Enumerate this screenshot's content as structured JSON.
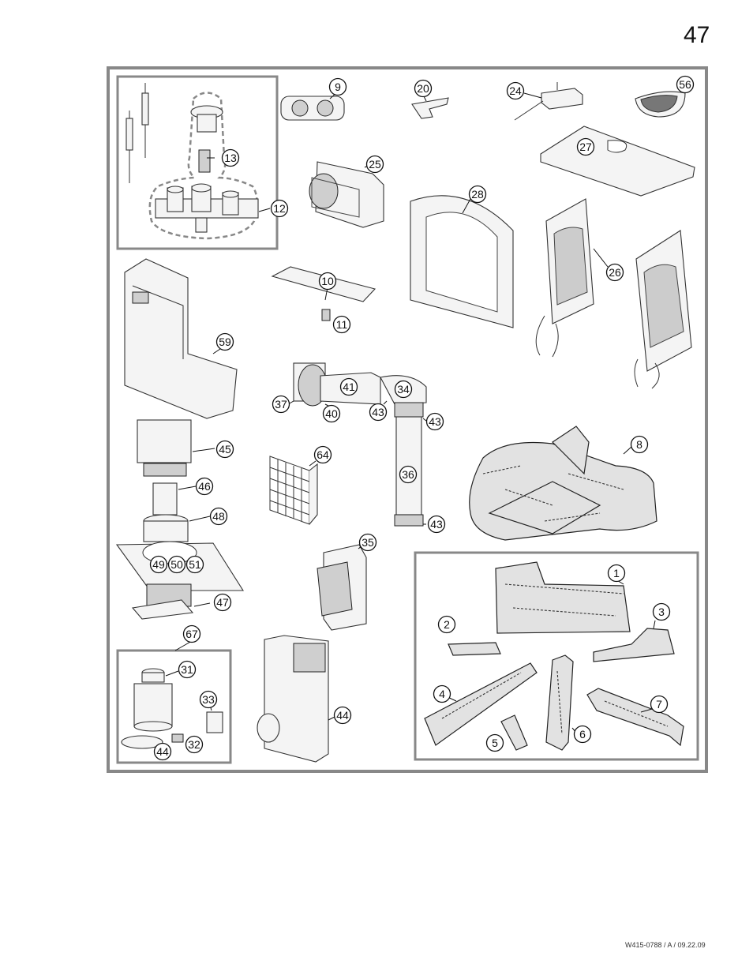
{
  "page": {
    "number": "47",
    "doc_code": "W415-0788 / A / 09.22.09"
  },
  "callouts": {
    "c1": "1",
    "c2": "2",
    "c3": "3",
    "c4": "4",
    "c5": "5",
    "c6": "6",
    "c7": "7",
    "c8": "8",
    "c9": "9",
    "c10": "10",
    "c11": "11",
    "c12": "12",
    "c13": "13",
    "c20": "20",
    "c24": "24",
    "c25": "25",
    "c26": "26",
    "c27": "27",
    "c28": "28",
    "c31": "31",
    "c32": "32",
    "c33": "33",
    "c34": "34",
    "c35": "35",
    "c36": "36",
    "c37": "37",
    "c40": "40",
    "c41": "41",
    "c43a": "43",
    "c43b": "43",
    "c43c": "43",
    "c44a": "44",
    "c44b": "44",
    "c45": "45",
    "c46": "46",
    "c47": "47",
    "c48": "48",
    "c49": "49",
    "c50": "50",
    "c51": "51",
    "c56": "56",
    "c59": "59",
    "c64": "64",
    "c67": "67"
  }
}
